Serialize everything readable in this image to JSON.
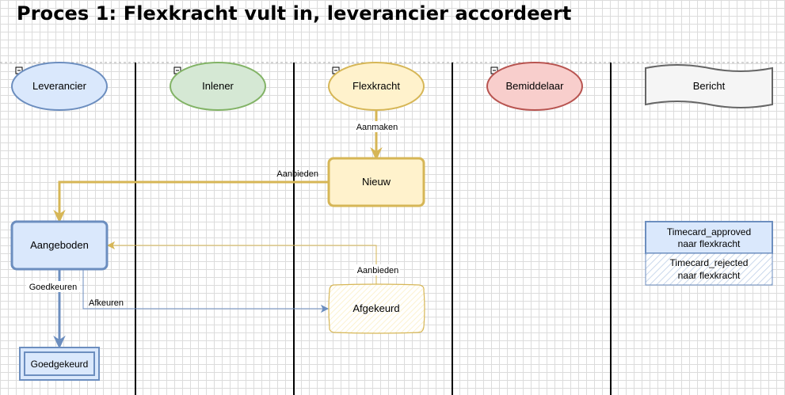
{
  "title": "Proces 1: Flexkracht vult in, leverancier accordeert",
  "lanes": [
    {
      "label": "Leverancier",
      "fill": "#dae8fc",
      "stroke": "#6c8ebf"
    },
    {
      "label": "Inlener",
      "fill": "#d5e8d4",
      "stroke": "#82b366"
    },
    {
      "label": "Flexkracht",
      "fill": "#fff2cc",
      "stroke": "#d6b656"
    },
    {
      "label": "Bemiddelaar",
      "fill": "#f8cecc",
      "stroke": "#b85450"
    },
    {
      "label": "Bericht",
      "fill": "#f5f5f5",
      "stroke": "#666666"
    }
  ],
  "states": {
    "nieuw": "Nieuw",
    "aangeboden": "Aangeboden",
    "afgekeurd": "Afgekeurd",
    "goedgekeurd": "Goedgekeurd"
  },
  "edges": {
    "aanmaken": "Aanmaken",
    "aanbieden": "Aanbieden",
    "aanbieden_afgekeurd": "Aanbieden",
    "goedkeuren": "Goedkeuren",
    "afkeuren": "Afkeuren"
  },
  "messages": {
    "approved_line1": "Timecard_approved",
    "approved_line2": "naar flexkracht",
    "rejected_line1": "Timecard_rejected",
    "rejected_line2": "naar flexkracht"
  },
  "colors": {
    "blue_fill": "#dae8fc",
    "blue_stroke": "#6c8ebf",
    "yellow_fill": "#fff2cc",
    "yellow_stroke": "#d6b656",
    "green_fill": "#d5e8d4",
    "green_stroke": "#82b366",
    "red_fill": "#f8cecc",
    "red_stroke": "#b85450",
    "gray_fill": "#f5f5f5",
    "gray_stroke": "#666666"
  }
}
